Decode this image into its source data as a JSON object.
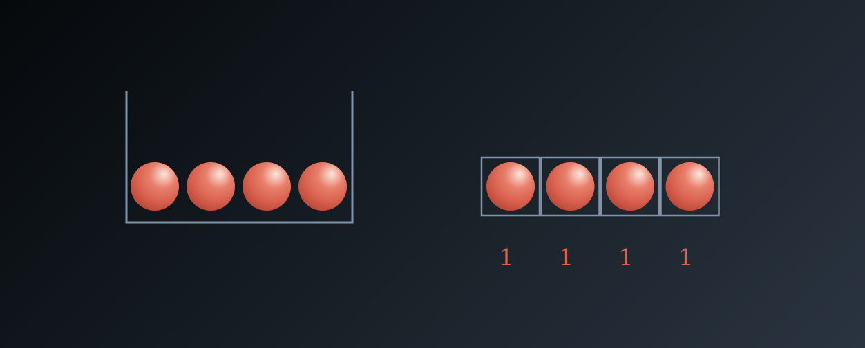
{
  "colors": {
    "outline": "#8393a6",
    "ball_base": "#d9614e",
    "ball_highlight": "#fde6dc",
    "ball_shadow": "#b9493a",
    "label": "#d9614e"
  },
  "container": {
    "ball_count": 4
  },
  "boxes": [
    {
      "label": "1"
    },
    {
      "label": "1"
    },
    {
      "label": "1"
    },
    {
      "label": "1"
    }
  ]
}
